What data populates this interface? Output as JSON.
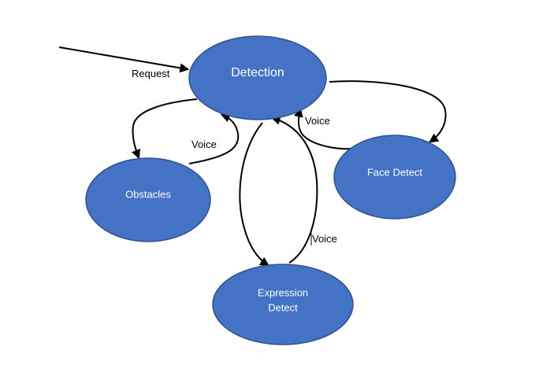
{
  "colors": {
    "node_fill": "#4472c4",
    "node_stroke": "#2f528f",
    "edge": "#000000",
    "background": "#ffffff"
  },
  "nodes": {
    "detection": "Detection",
    "obstacles": "Obstacles",
    "face_detect": "Face Detect",
    "expression_detect_line1": "Expression",
    "expression_detect_line2": "Detect"
  },
  "edge_labels": {
    "request": "Request",
    "voice_obstacles": "Voice",
    "voice_face": "Voice",
    "voice_expression": "Voice"
  }
}
